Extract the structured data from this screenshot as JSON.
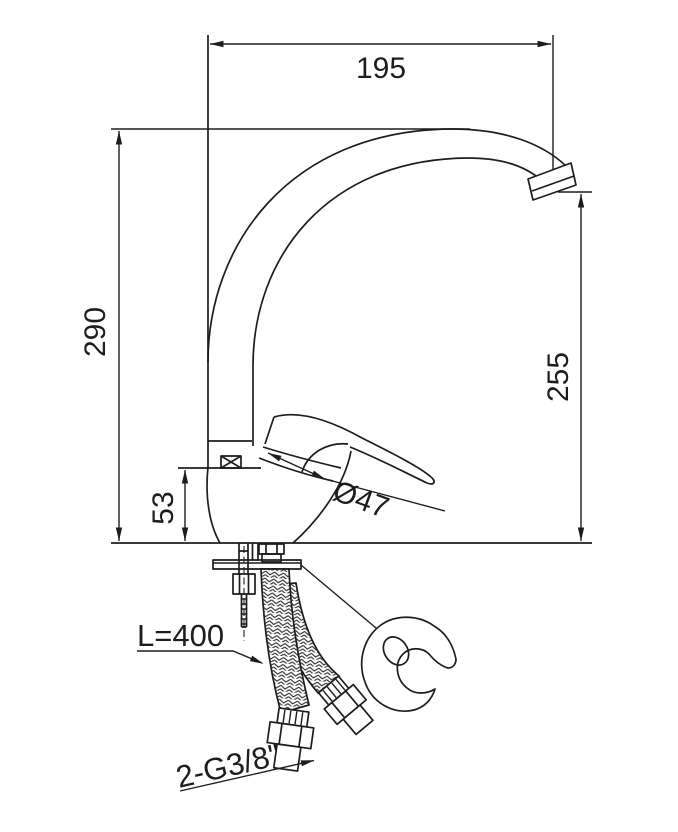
{
  "drawing": {
    "background": "#ffffff",
    "line_color": "#1d1d1d",
    "dimensions": {
      "spout_reach": "195",
      "overall_height": "290",
      "outlet_height": "255",
      "base_height": "53",
      "cap_diameter": "Ø47"
    },
    "callouts": {
      "hose_length": "L=400",
      "thread_size": "2-G3/8\""
    }
  }
}
